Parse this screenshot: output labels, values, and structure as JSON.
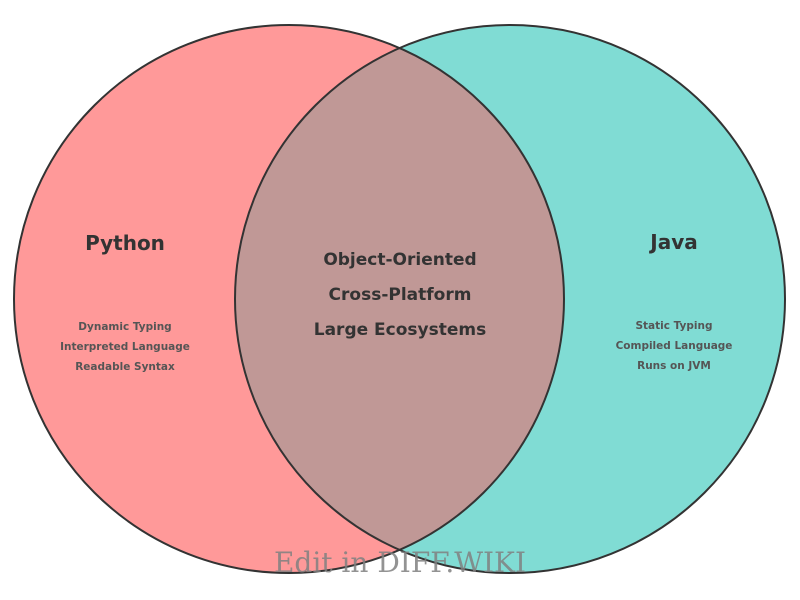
{
  "venn": {
    "left": {
      "title": "Python",
      "items": [
        "Dynamic Typing",
        "Interpreted Language",
        "Readable Syntax"
      ],
      "color": "#ff9999"
    },
    "right": {
      "title": "Java",
      "items": [
        "Static Typing",
        "Compiled Language",
        "Runs on JVM"
      ],
      "color": "#80dcd4"
    },
    "overlap": {
      "items": [
        "Object-Oriented",
        "Cross-Platform",
        "Large Ecosystems"
      ],
      "color": "#c09896"
    },
    "outline_color": "#333333"
  },
  "watermark": "Edit in DIFF.WIKI"
}
